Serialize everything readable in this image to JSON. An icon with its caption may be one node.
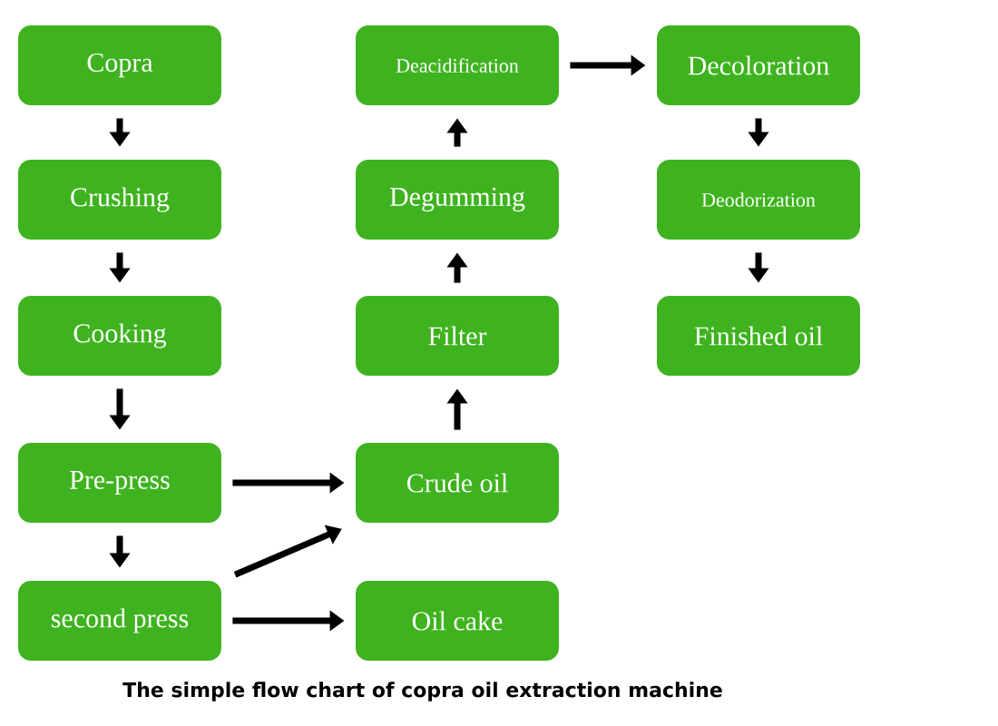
{
  "diagram": {
    "caption": "The simple flow chart of copra oil extraction machine",
    "nodes": [
      {
        "text": [
          "Copra"
        ]
      },
      {
        "text": [
          "Crushing"
        ]
      },
      {
        "text": [
          "Cooking"
        ]
      },
      {
        "text": [
          "Pre-press"
        ]
      },
      {
        "text": [
          "second press"
        ]
      },
      {
        "text": [
          "Crude oil"
        ]
      },
      {
        "text": [
          "Oil cake"
        ]
      },
      {
        "text": [
          "Filter"
        ]
      },
      {
        "text": [
          "Degumming"
        ]
      },
      {
        "text": [
          "Deacidification"
        ]
      },
      {
        "text": [
          "Decoloration"
        ]
      },
      {
        "text": [
          "Deodorization"
        ]
      },
      {
        "text": [
          "Finished oil"
        ]
      }
    ],
    "edges": [
      {
        "from": 0,
        "to": 1,
        "arrow": "to"
      },
      {
        "from": 1,
        "to": 2,
        "arrow": "to"
      },
      {
        "from": 2,
        "to": 3,
        "arrow": "to"
      },
      {
        "from": 3,
        "to": 4,
        "arrow": "to"
      },
      {
        "from": 3,
        "to": 5,
        "arrow": "to"
      },
      {
        "from": 4,
        "to": 5,
        "arrow": "to"
      },
      {
        "from": 4,
        "to": 6,
        "arrow": "to"
      },
      {
        "from": 5,
        "to": 7,
        "arrow": "to"
      },
      {
        "from": 7,
        "to": 8,
        "arrow": "to"
      },
      {
        "from": 8,
        "to": 9,
        "arrow": "to"
      },
      {
        "from": 9,
        "to": 10,
        "arrow": "to"
      },
      {
        "from": 10,
        "to": 11,
        "arrow": "to"
      },
      {
        "from": 11,
        "to": 12,
        "arrow": "to"
      }
    ]
  }
}
